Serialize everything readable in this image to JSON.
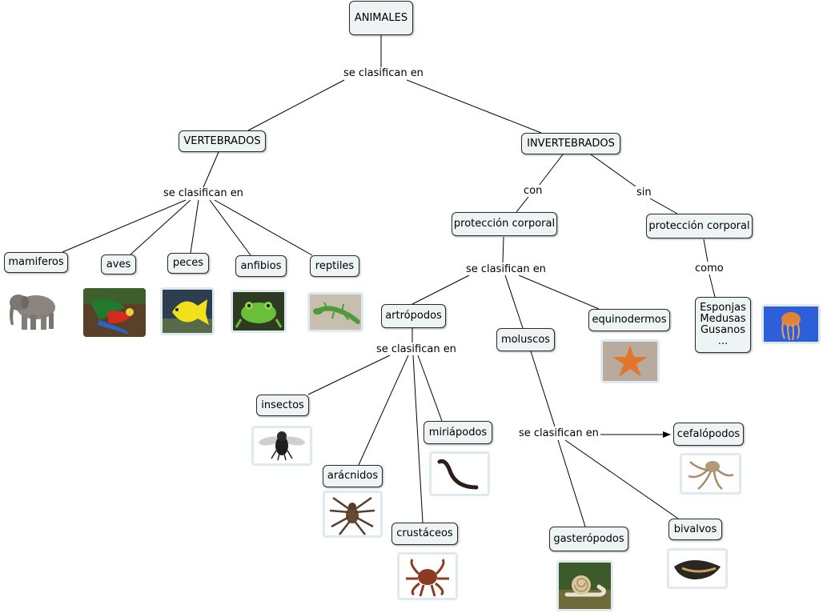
{
  "root": "ANIMALES",
  "vertebrados": {
    "title": "VERTEBRADOS",
    "link": "se clasifican en",
    "classes": [
      "mamiferos",
      "aves",
      "peces",
      "anfibios",
      "reptiles"
    ]
  },
  "invertebrados": {
    "title": "INVERTEBRADOS",
    "con": "con",
    "sin": "sin",
    "con_proteccion": "protección corporal",
    "sin_proteccion": "protección corporal",
    "con_link": "se clasifican en",
    "como": "como",
    "sin_examples": [
      "Esponjas",
      "Medusas",
      "Gusanos",
      "..."
    ],
    "groups": {
      "artropodos": "artrópodos",
      "moluscos": "moluscos",
      "equinodermos": "equinodermos"
    },
    "artropodos_link": "se clasifican en",
    "artropodos_types": {
      "insectos": "insectos",
      "aracnidos": "arácnidos",
      "crustaceos": "crustáceos",
      "miriapodos": "miriápodos"
    },
    "moluscos_link": "se clasifican en",
    "moluscos_types": {
      "cefalopodos": "cefalópodos",
      "gasteropodos": "gasterópodos",
      "bivalvos": "bivalvos"
    }
  },
  "root_link": "se clasifican en"
}
